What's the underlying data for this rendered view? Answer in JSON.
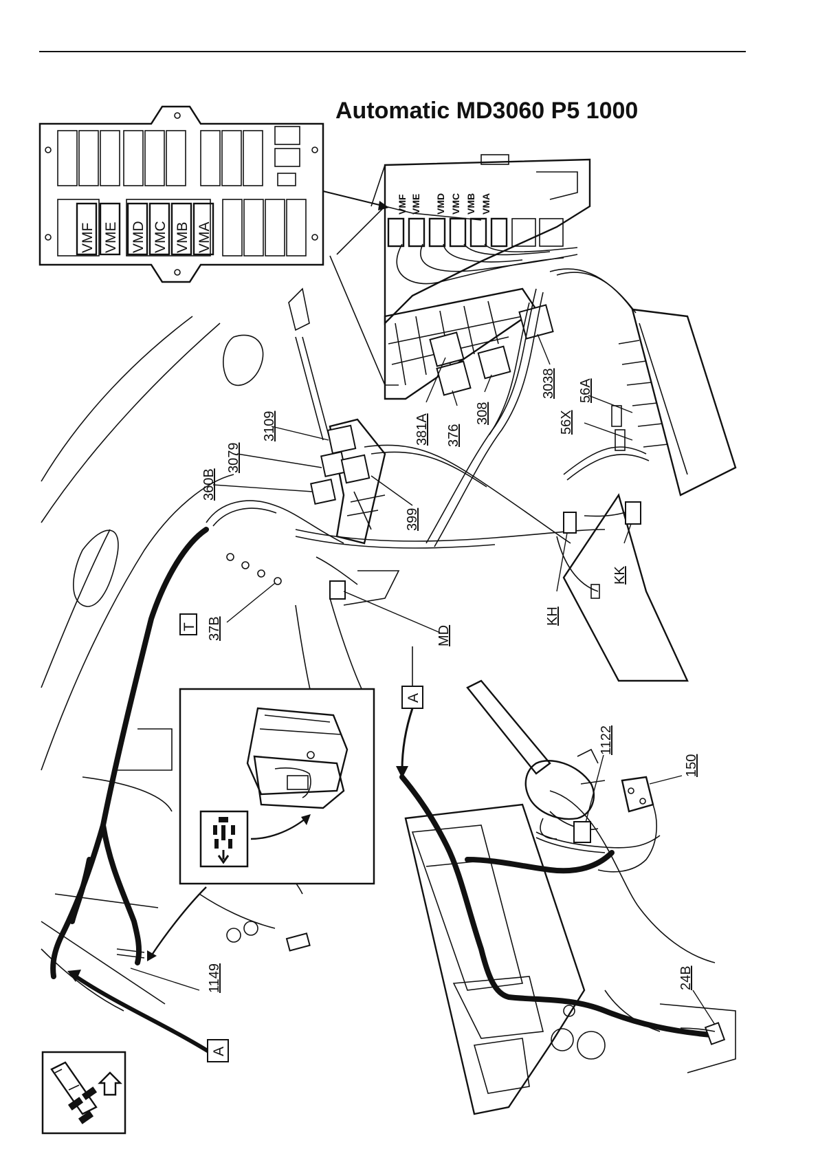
{
  "title": "Automatic  MD3060 P5  1000",
  "fuse_box": {
    "fuses": [
      "VMF",
      "VME",
      "VMD",
      "VMC",
      "VMB",
      "VMA"
    ]
  },
  "panel_fuse_labels": [
    "VMF",
    "VME",
    "VMD",
    "VMC",
    "VMB",
    "VMA"
  ],
  "components": [
    {
      "id": "381A"
    },
    {
      "id": "376"
    },
    {
      "id": "308"
    },
    {
      "id": "3038"
    },
    {
      "id": "56A"
    },
    {
      "id": "56X"
    },
    {
      "id": "3109"
    },
    {
      "id": "3079"
    },
    {
      "id": "360B"
    },
    {
      "id": "399"
    },
    {
      "id": "KK"
    },
    {
      "id": "KH"
    },
    {
      "id": "MD"
    },
    {
      "id": "37B"
    },
    {
      "id": "1122"
    },
    {
      "id": "150"
    },
    {
      "id": "1149"
    },
    {
      "id": "24B"
    }
  ],
  "markers": {
    "a_upper": "A",
    "a_lower": "A",
    "ground_symbol": "T"
  },
  "icons": [
    "switch-symbol-icon",
    "vehicle-view-arrow-icon"
  ]
}
